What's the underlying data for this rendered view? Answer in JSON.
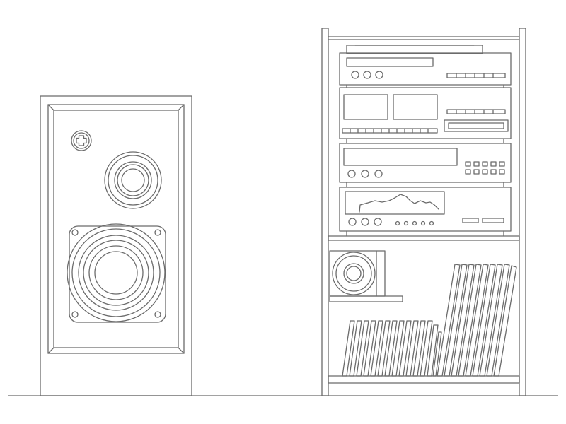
{
  "scene": {
    "subject": "line-art-hifi-setup",
    "stroke_color": "#6b6b6b",
    "background_color": "#ffffff"
  },
  "objects": {
    "speaker": {
      "name": "speaker-cabinet",
      "icon": "speaker-icon"
    },
    "rack": {
      "name": "stereo-rack",
      "components": [
        "turntable",
        "cassette-deck",
        "tuner",
        "amplifier"
      ]
    },
    "records": {
      "upright_count": 16,
      "leaning_count": 9
    }
  }
}
